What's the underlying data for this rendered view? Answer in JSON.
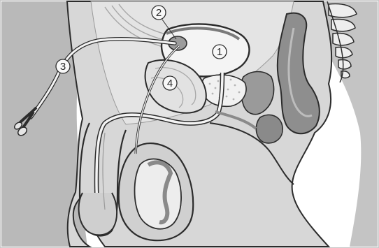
{
  "callouts": [
    {
      "id": "1",
      "label": "1"
    },
    {
      "id": "2",
      "label": "2"
    },
    {
      "id": "3",
      "label": "3"
    },
    {
      "id": "4",
      "label": "4"
    }
  ],
  "colors": {
    "background": "#ffffff",
    "back_panel": "#b9b9b9",
    "body": "#d6d6d6",
    "abdomen": "#e3e3e3",
    "organ": "#ebebeb",
    "bladder": "#f2f2f2",
    "outline": "#2c2c2c",
    "catheter": "#f4f4f4",
    "dark_organ": "#8e8e8e"
  }
}
